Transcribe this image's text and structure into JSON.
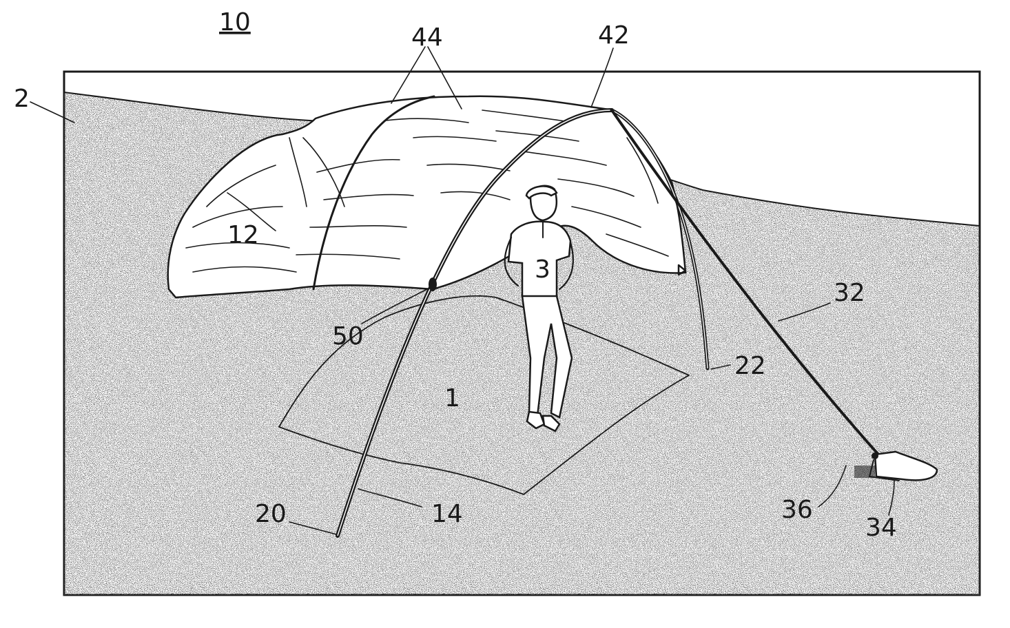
{
  "figure": {
    "number": "10",
    "reference_labels": {
      "ground": "2",
      "area": "1",
      "person": "3",
      "tarp": "12",
      "pole": "14",
      "pole_end_a": "20",
      "pole_end_b": "22",
      "guy_line": "32",
      "anchor": "34",
      "anchor_tie": "36",
      "pole_apex": "42",
      "tarp_edges": "44",
      "pole_joint": "50"
    }
  },
  "colors": {
    "ink": "#1a1a1a",
    "paper": "#ffffff",
    "ground_stipple": "#4a4a4a"
  }
}
